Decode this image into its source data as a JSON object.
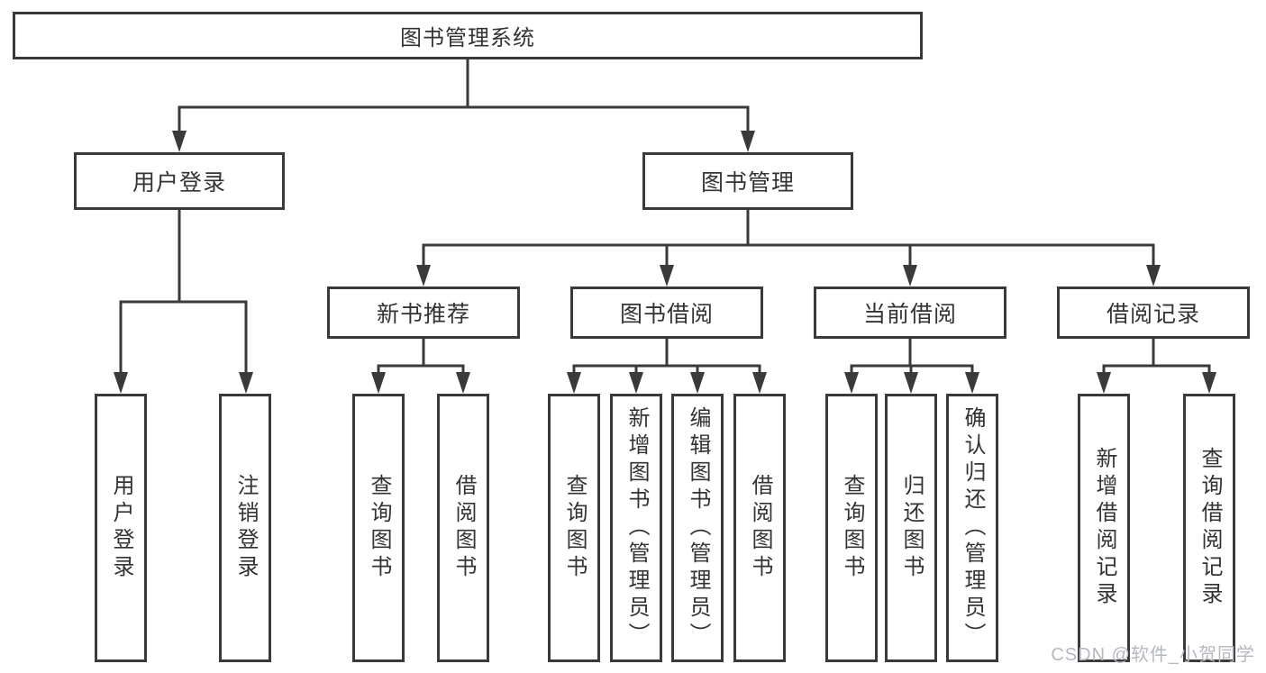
{
  "colors": {
    "background": "#ffffff",
    "line": "#3a3a3a",
    "text": "#333333",
    "watermark": "#b4b8be"
  },
  "diagram": {
    "root": {
      "label": "图书管理系统"
    },
    "branches": [
      {
        "label": "用户登录",
        "children": [
          {
            "label": "用户登录"
          },
          {
            "label": "注销登录"
          }
        ]
      },
      {
        "label": "图书管理",
        "children": [
          {
            "label": "新书推荐",
            "children": [
              {
                "label": "查询图书"
              },
              {
                "label": "借阅图书"
              }
            ]
          },
          {
            "label": "图书借阅",
            "children": [
              {
                "label": "查询图书"
              },
              {
                "label": "新增图书（管理员）"
              },
              {
                "label": "编辑图书（管理员）"
              },
              {
                "label": "借阅图书"
              }
            ]
          },
          {
            "label": "当前借阅",
            "children": [
              {
                "label": "查询图书"
              },
              {
                "label": "归还图书"
              },
              {
                "label": "确认归还（管理员）"
              }
            ]
          },
          {
            "label": "借阅记录",
            "children": [
              {
                "label": "新增借阅记录"
              },
              {
                "label": "查询借阅记录"
              }
            ]
          }
        ]
      }
    ]
  },
  "watermark": {
    "text": "CSDN @软件_小贺同学"
  }
}
